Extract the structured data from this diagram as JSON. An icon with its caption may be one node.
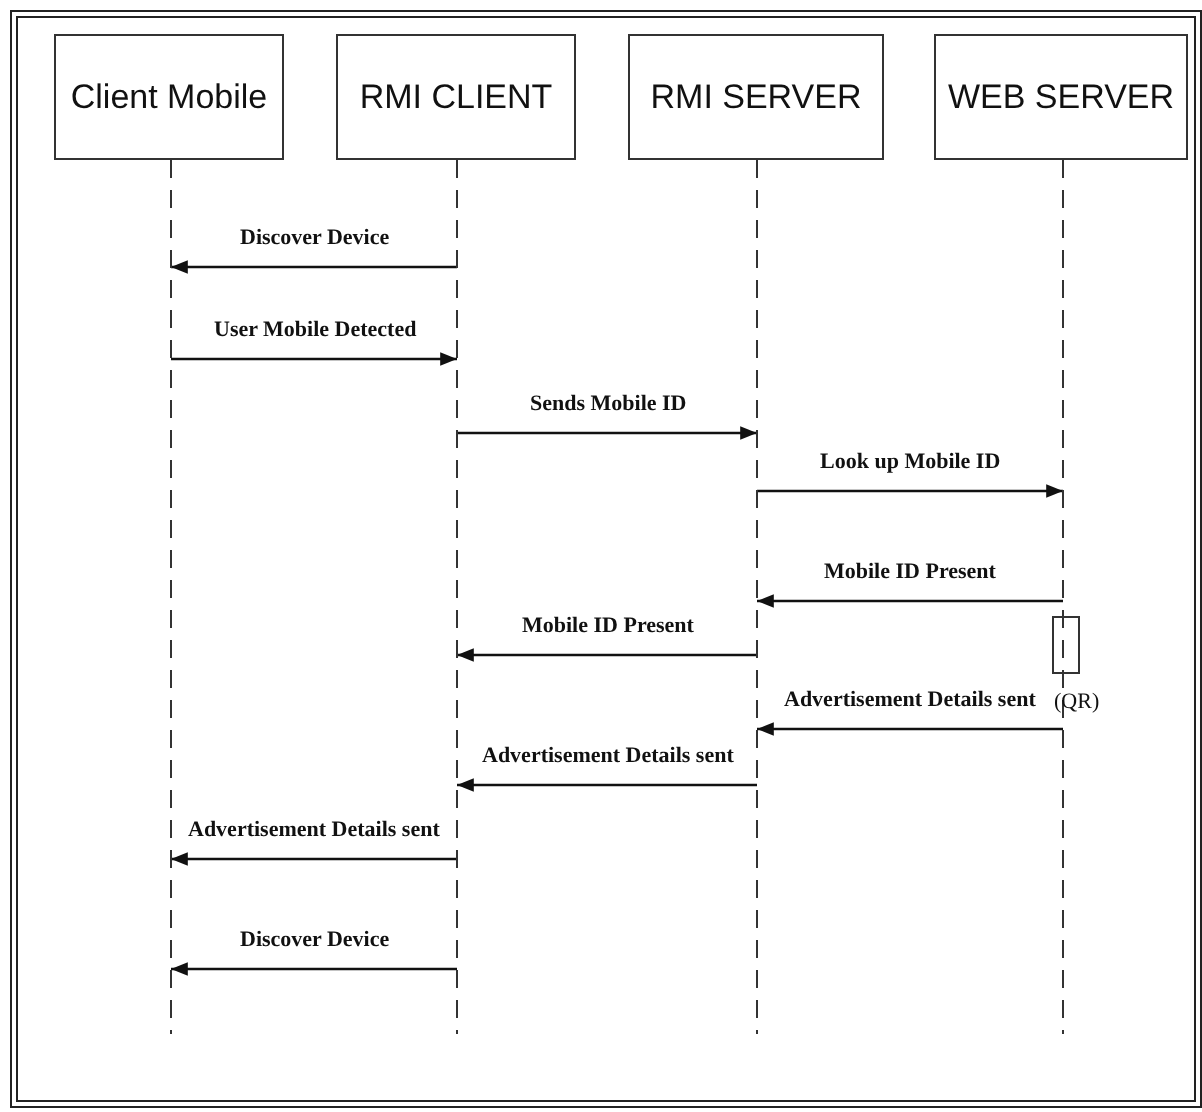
{
  "diagram": {
    "nodes": [
      {
        "text": [
          "Client Mobile"
        ]
      },
      {
        "text": [
          "RMI CLIENT"
        ]
      },
      {
        "text": [
          "RMI SERVER"
        ]
      },
      {
        "text": [
          "WEB SERVER"
        ]
      }
    ],
    "edges": [
      {
        "from": 1,
        "to": 0,
        "arrow": "to",
        "label": "Discover Device"
      },
      {
        "from": 0,
        "to": 1,
        "arrow": "to",
        "label": "User Mobile Detected"
      },
      {
        "from": 1,
        "to": 2,
        "arrow": "to",
        "label": "Sends Mobile ID"
      },
      {
        "from": 2,
        "to": 3,
        "arrow": "to",
        "label": "Look up Mobile ID"
      },
      {
        "from": 3,
        "to": 2,
        "arrow": "to",
        "label": "Mobile ID Present"
      },
      {
        "from": 2,
        "to": 1,
        "arrow": "to",
        "label": "Mobile ID Present"
      },
      {
        "from": 3,
        "to": 2,
        "arrow": "to",
        "label": "Advertisement Details sent"
      },
      {
        "from": 2,
        "to": 1,
        "arrow": "to",
        "label": "Advertisement Details sent"
      },
      {
        "from": 1,
        "to": 0,
        "arrow": "to",
        "label": "Advertisement Details sent"
      },
      {
        "from": 1,
        "to": 0,
        "arrow": "to",
        "label": "Discover Device"
      }
    ],
    "labels": [
      "(QR)"
    ]
  }
}
